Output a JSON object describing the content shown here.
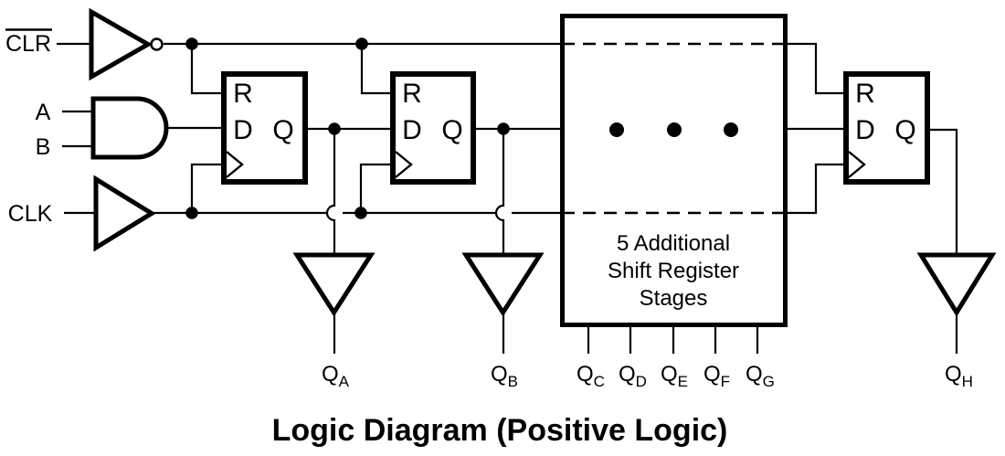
{
  "diagram": {
    "inputs": {
      "clr": "CLR",
      "a": "A",
      "b": "B",
      "clk": "CLK"
    },
    "flipflops": [
      {
        "r": "R",
        "d": "D",
        "q": "Q"
      },
      {
        "r": "R",
        "d": "D",
        "q": "Q"
      },
      {
        "r": "R",
        "d": "D",
        "q": "Q"
      }
    ],
    "stages_box": {
      "lines": [
        "5 Additional",
        "Shift Register",
        "Stages"
      ]
    },
    "outputs": [
      {
        "base": "Q",
        "sub": "A"
      },
      {
        "base": "Q",
        "sub": "B"
      },
      {
        "base": "Q",
        "sub": "C"
      },
      {
        "base": "Q",
        "sub": "D"
      },
      {
        "base": "Q",
        "sub": "E"
      },
      {
        "base": "Q",
        "sub": "F"
      },
      {
        "base": "Q",
        "sub": "G"
      },
      {
        "base": "Q",
        "sub": "H"
      }
    ],
    "caption": "Logic Diagram (Positive Logic)",
    "colors": {
      "line": "#000000",
      "background": "#ffffff"
    }
  }
}
